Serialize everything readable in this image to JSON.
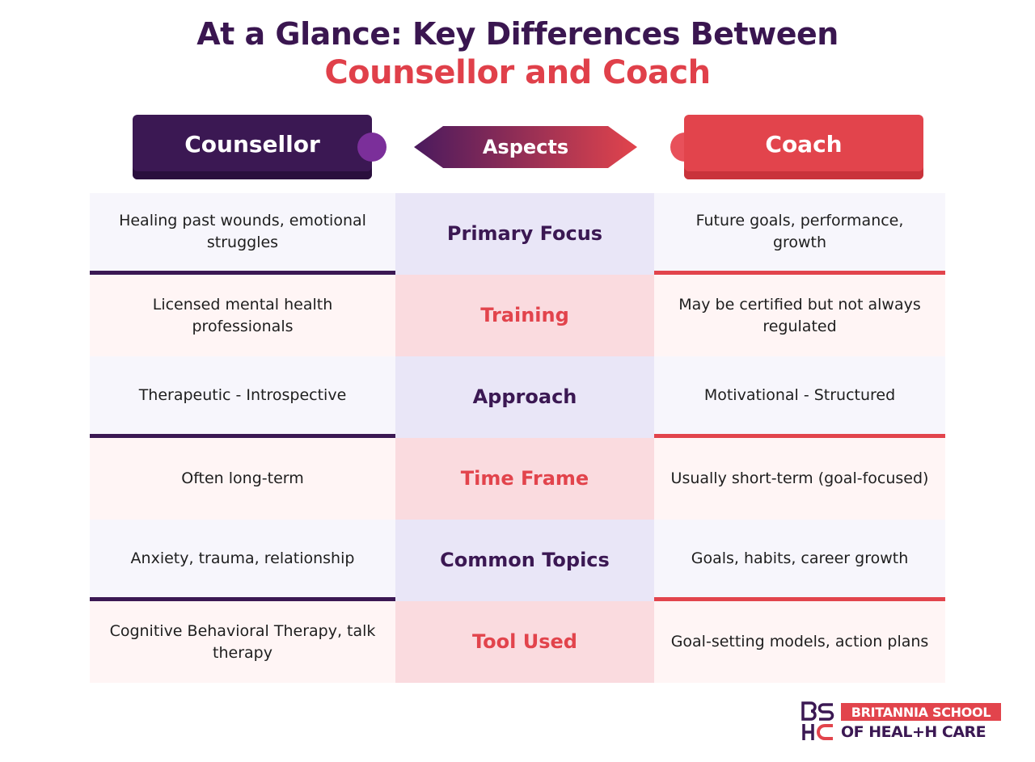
{
  "title": {
    "line1": "At a Glance: Key Differences Between",
    "line2": "Counsellor and Coach"
  },
  "headers": {
    "left": "Counsellor",
    "center": "Aspects",
    "right": "Coach"
  },
  "rows": [
    {
      "left": "Healing past wounds, emotional struggles",
      "aspect": "Primary Focus",
      "right": "Future goals, performance, growth"
    },
    {
      "left": "Licensed mental health professionals",
      "aspect": "Training",
      "right": "May be certified but not always regulated"
    },
    {
      "left": "Therapeutic - Introspective",
      "aspect": "Approach",
      "right": "Motivational - Structured"
    },
    {
      "left": "Often long-term",
      "aspect": "Time Frame",
      "right": "Usually short-term (goal-focused)"
    },
    {
      "left": "Anxiety, trauma, relationship",
      "aspect": "Common Topics",
      "right": "Goals, habits, career growth"
    },
    {
      "left": "Cognitive Behavioral Therapy, talk therapy",
      "aspect": "Tool Used",
      "right": "Goal-setting models, action plans"
    }
  ],
  "logo": {
    "mark": "BSHC",
    "line1": "BRITANNIA SCHOOL",
    "line2": "OF HEAL+H CARE"
  },
  "colors": {
    "purple": "#3b1853",
    "red": "#e2444c"
  }
}
